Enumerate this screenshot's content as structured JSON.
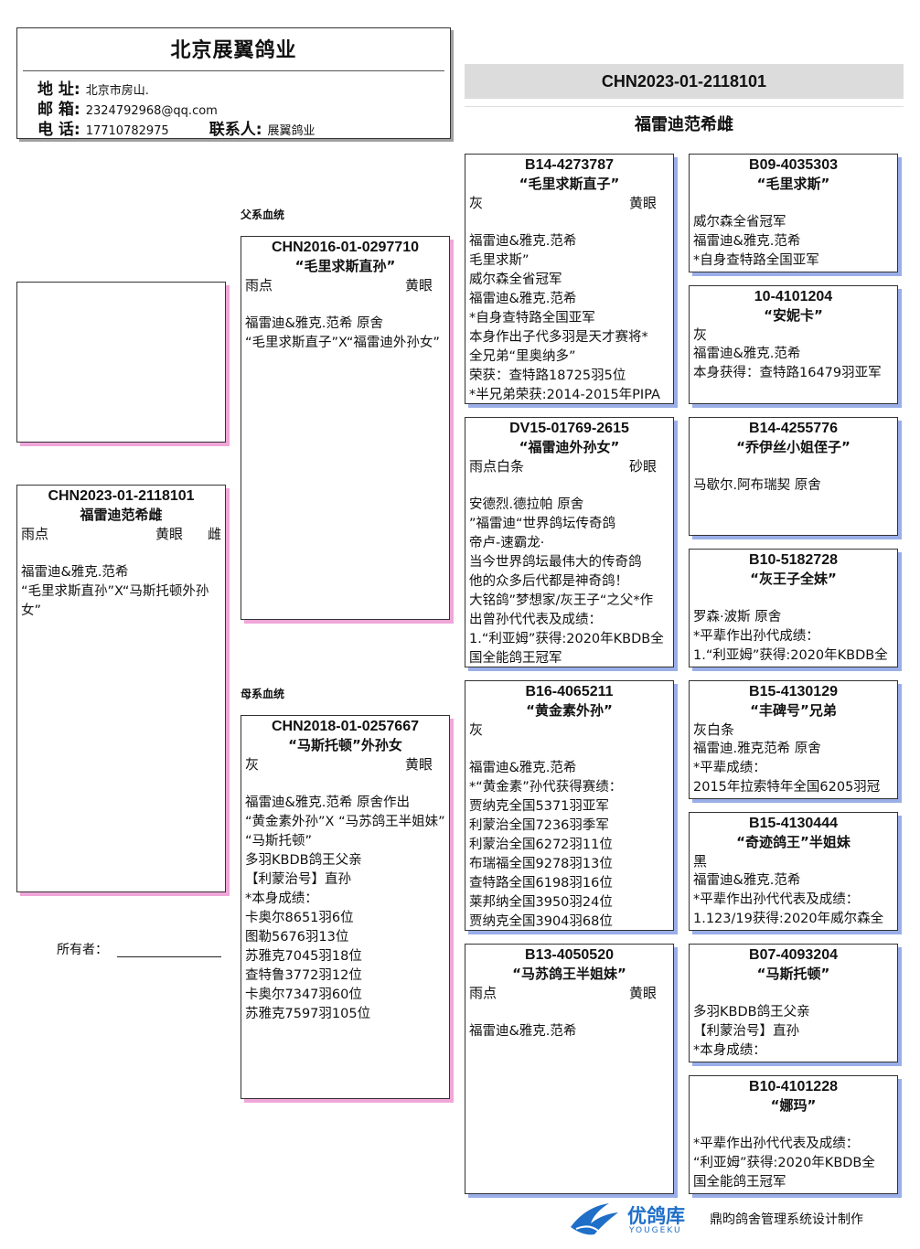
{
  "header": {
    "title": "北京展翼鸽业",
    "address_label": "地 址:",
    "address": "北京市房山.",
    "email_label": "邮 箱:",
    "email": "2324792968@qq.com",
    "phone_label": "电 话:",
    "phone": "17710782975",
    "contact_label": "联系人:",
    "contact": "展翼鸽业"
  },
  "top": {
    "ring": "CHN2023-01-2118101",
    "name": "福雷迪范希雌"
  },
  "labels": {
    "sire_line": "父系血统",
    "dam_line": "母系血统",
    "owner": "所有者："
  },
  "subject": {
    "ring": "CHN2023-01-2118101",
    "name": "福雷迪范希雌",
    "color": "雨点",
    "eye": "黄眼",
    "sex": "雌",
    "lines": [
      "福雷迪&雅克.范希",
      "“毛里求斯直孙”X“马斯托顿外孙女”"
    ]
  },
  "sire": {
    "ring": "CHN2016-01-0297710",
    "name": "“毛里求斯直孙”",
    "color": "雨点",
    "eye": "黄眼",
    "lines": [
      "福雷迪&雅克.范希 原舍",
      "“毛里求斯直子”X“福雷迪外孙女”"
    ]
  },
  "dam": {
    "ring": "CHN2018-01-0257667",
    "name": "“马斯托顿”外孙女",
    "color": "灰",
    "eye": "黄眼",
    "lines": [
      "福雷迪&雅克.范希 原舍作出",
      "“黄金素外孙”X “马苏鸽王半姐妹”",
      "“马斯托顿”",
      "多羽KBDB鸽王父亲",
      "【利蒙治号】直孙",
      "*本身成绩：",
      "卡奥尔8651羽6位",
      "图勒5676羽13位",
      "苏雅克7045羽18位",
      "查特鲁3772羽12位",
      "卡奥尔7347羽60位",
      "苏雅克7597羽105位"
    ]
  },
  "ss": {
    "ring": "B14-4273787",
    "name": "“毛里求斯直子”",
    "color": "灰",
    "eye": "黄眼",
    "lines": [
      "福雷迪&雅克.范希",
      "毛里求斯”",
      "威尔森全省冠军",
      "福雷迪&雅克.范希",
      "*自身查特路全国亚军",
      "本身作出子代多羽是天才赛将*",
      "全兄弟“里奥纳多”",
      "荣获：查特路18725羽5位",
      "*半兄弟荣获:2014-2015年PIPA"
    ]
  },
  "sd": {
    "ring": "DV15-01769-2615",
    "name": "“福雷迪外孙女”",
    "color": "雨点白条",
    "eye": "砂眼",
    "lines": [
      "安德烈.德拉帕 原舍",
      "”福雷迪“世界鸽坛传奇鸽",
      "帝卢-速霸龙·",
      "当今世界鸽坛最伟大的传奇鸽",
      "他的众多后代都是神奇鸽！",
      "大铭鸽”梦想家/灰王子“之父*作",
      "出曾孙代代表及成绩：",
      "1.“利亚姆”获得:2020年KBDB全",
      "国全能鸽王冠军"
    ]
  },
  "ds": {
    "ring": "B16-4065211",
    "name": "“黄金素外孙”",
    "color": "灰",
    "eye": "",
    "lines": [
      "福雷迪&雅克.范希",
      "*“黄金素”孙代获得赛绩：",
      "贾纳克全国5371羽亚军",
      "利蒙治全国7236羽季军",
      "利蒙治全国6272羽11位",
      "布瑞福全国9278羽13位",
      "查特路全国6198羽16位",
      "莱邦纳全国3950羽24位",
      "贾纳克全国3904羽68位"
    ]
  },
  "dd": {
    "ring": "B13-4050520",
    "name": "“马苏鸽王半姐妹”",
    "color": "雨点",
    "eye": "黄眼",
    "lines": [
      "福雷迪&雅克.范希"
    ]
  },
  "sss": {
    "ring": "B09-4035303",
    "name": "“毛里求斯”",
    "color": "",
    "eye": "",
    "lines": [
      "威尔森全省冠军",
      "福雷迪&雅克.范希",
      "*自身查特路全国亚军"
    ]
  },
  "ssd": {
    "ring": "10-4101204",
    "name": "“安妮卡”",
    "color": "灰",
    "eye": "",
    "lines": [
      "福雷迪&雅克.范希",
      "本身获得：查特路16479羽亚军"
    ]
  },
  "sds": {
    "ring": "B14-4255776",
    "name": "“乔伊丝小姐侄子”",
    "color": "",
    "eye": "",
    "lines": [
      "马歇尔.阿布瑞契 原舍"
    ]
  },
  "sdd": {
    "ring": "B10-5182728",
    "name": "“灰王子全妹”",
    "color": "",
    "eye": "",
    "lines": [
      "罗森·波斯 原舍",
      "*平辈作出孙代成绩：",
      "1.“利亚姆”获得:2020年KBDB全"
    ]
  },
  "dss": {
    "ring": "B15-4130129",
    "name": "“丰碑号”兄弟",
    "color": "灰白条",
    "eye": "",
    "lines": [
      "福雷迪.雅克范希 原舍",
      "*平辈成绩：",
      "2015年拉索特年全国6205羽冠"
    ]
  },
  "dsd": {
    "ring": "B15-4130444",
    "name": "“奇迹鸽王”半姐妹",
    "color": "黑",
    "eye": "",
    "lines": [
      "福雷迪&雅克.范希",
      "*平辈作出孙代代表及成绩：",
      "1.123/19获得:2020年威尔森全"
    ]
  },
  "dds": {
    "ring": "B07-4093204",
    "name": "“马斯托顿”",
    "color": "",
    "eye": "",
    "lines": [
      "多羽KBDB鸽王父亲",
      "【利蒙治号】直孙",
      "*本身成绩："
    ]
  },
  "ddd": {
    "ring": "B10-4101228",
    "name": "“娜玛”",
    "color": "",
    "eye": "",
    "lines": [
      "*平辈作出孙代代表及成绩：",
      "“利亚姆”获得:2020年KBDB全",
      "国全能鸽王冠军"
    ]
  },
  "footer": {
    "brand": "优鸽库",
    "brand_sub": "YOUGEKU",
    "credit": "鼎昀鸽舍管理系统设计制作"
  },
  "colors": {
    "shadow_blue": "#9aaee8",
    "shadow_pink": "#f0a6d8",
    "bar_gray": "#dcdcdc",
    "logo_blue": "#1f6fc8"
  }
}
